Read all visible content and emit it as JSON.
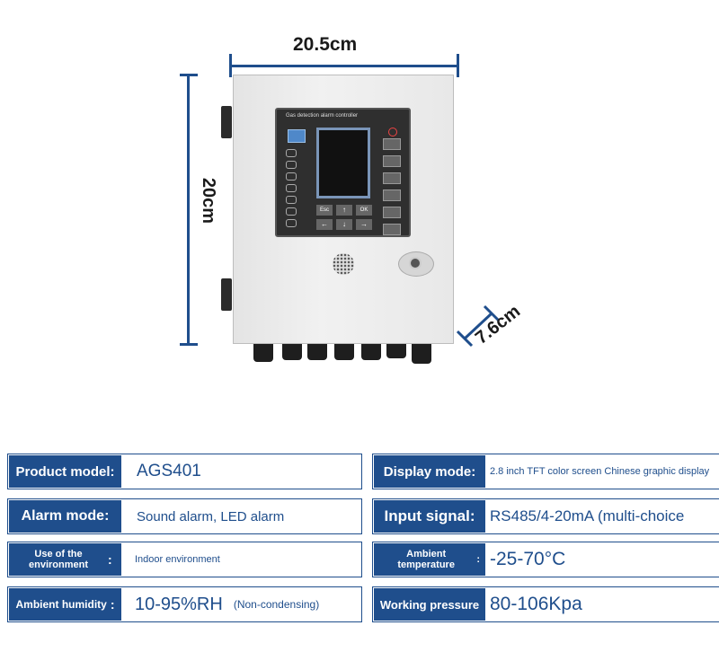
{
  "dimensions": {
    "width": "20.5cm",
    "height": "20cm",
    "depth": "7.6cm"
  },
  "device": {
    "panel_title": "Gas detection alarm controller",
    "keys": [
      "Esc",
      "↑",
      "OK",
      "←",
      "↓",
      "→"
    ]
  },
  "specs": [
    {
      "label": "Product model:",
      "value": "AGS401"
    },
    {
      "label": "Display mode:",
      "value": "2.8 inch TFT color screen Chinese graphic display"
    },
    {
      "label": "Alarm mode:",
      "value": "Sound alarm, LED alarm"
    },
    {
      "label": "Input signal:",
      "value": "RS485/4-20mA (multi-choice"
    },
    {
      "label": "Use of the environment",
      "colon": ":",
      "value": "Indoor environment"
    },
    {
      "label": "Ambient temperature",
      "colon": ":",
      "value": "-25-70°C"
    },
    {
      "label": "Ambient humidity",
      "colon": ":",
      "value": "10-95%RH",
      "note": "(Non-condensing)"
    },
    {
      "label": "Working pressure",
      "value": "80-106Kpa"
    }
  ],
  "colors": {
    "accent": "#1f4e8c",
    "enclosure": "#eeeeee",
    "panel": "#3a3a3a"
  }
}
